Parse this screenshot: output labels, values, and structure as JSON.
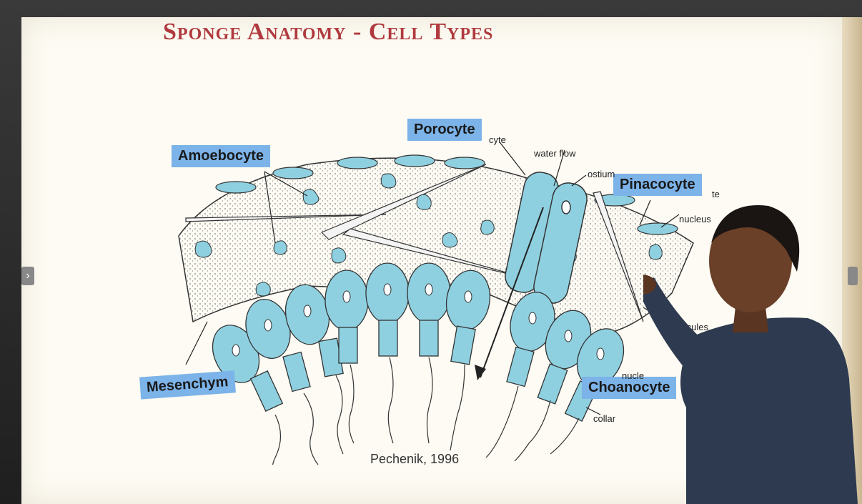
{
  "slide": {
    "title": "Sponge Anatomy - Cell Types",
    "citation": "Pechenik, 1996"
  },
  "labels": {
    "porocyte": "Porocyte",
    "amoebocyte": "Amoebocyte",
    "pinacocyte": "Pinacocyte",
    "mesenchym": "Mesenchym",
    "choanocyte": "Choanocyte"
  },
  "annotations": {
    "cyte": "cyte",
    "water_flow": "water flow",
    "ostium": "ostium",
    "te": "te",
    "nucleus": "nucleus",
    "spicules": "spicules",
    "nucle": "nucle",
    "collar": "collar"
  },
  "colors": {
    "cell_fill": "#8fd0e0",
    "label_bg": "#7cb3e8",
    "title": "#b03a3f"
  }
}
